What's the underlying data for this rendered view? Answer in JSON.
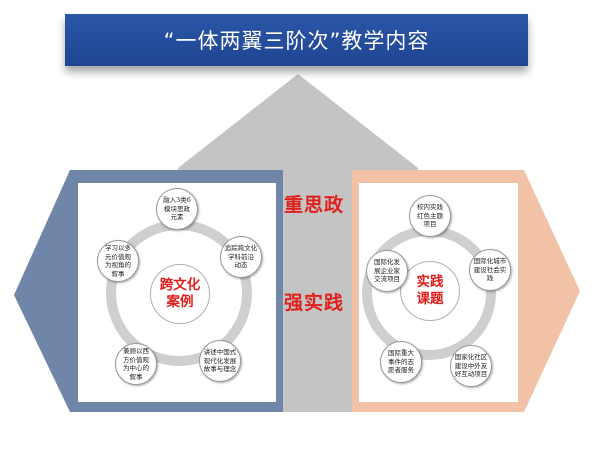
{
  "title": "“一体两翼三阶次”教学内容",
  "center_labels": {
    "top": "重思政",
    "bottom": "强实践"
  },
  "left_wing": {
    "center": "跨文化\n案例",
    "nodes": [
      "融入3类6\n模块思政\n元素",
      "追踪跨文化\n学科前沿\n动态",
      "讲述中国式\n现代化发展\n故事与理念",
      "兼顾以西\n方价值观\n为中心的\n叙事",
      "学习以多\n元价值观\n为视角的\n叙事"
    ]
  },
  "right_wing": {
    "center": "实践\n课题",
    "nodes": [
      "校内实践\n红色主题\n项目",
      "国际化城市\n建设社会实\n践",
      "国家化社区\n建设中外友\n好互动项目",
      "国际重大\n事件的志\n愿者服务",
      "国际化发\n展企业家\n交流项目"
    ]
  },
  "colors": {
    "title_bg": "#2b56a8",
    "arrow_gray": "#c4c4c4",
    "left_wing": "#6f86a8",
    "right_wing": "#f2c2a6",
    "accent_red": "#e0201c"
  }
}
